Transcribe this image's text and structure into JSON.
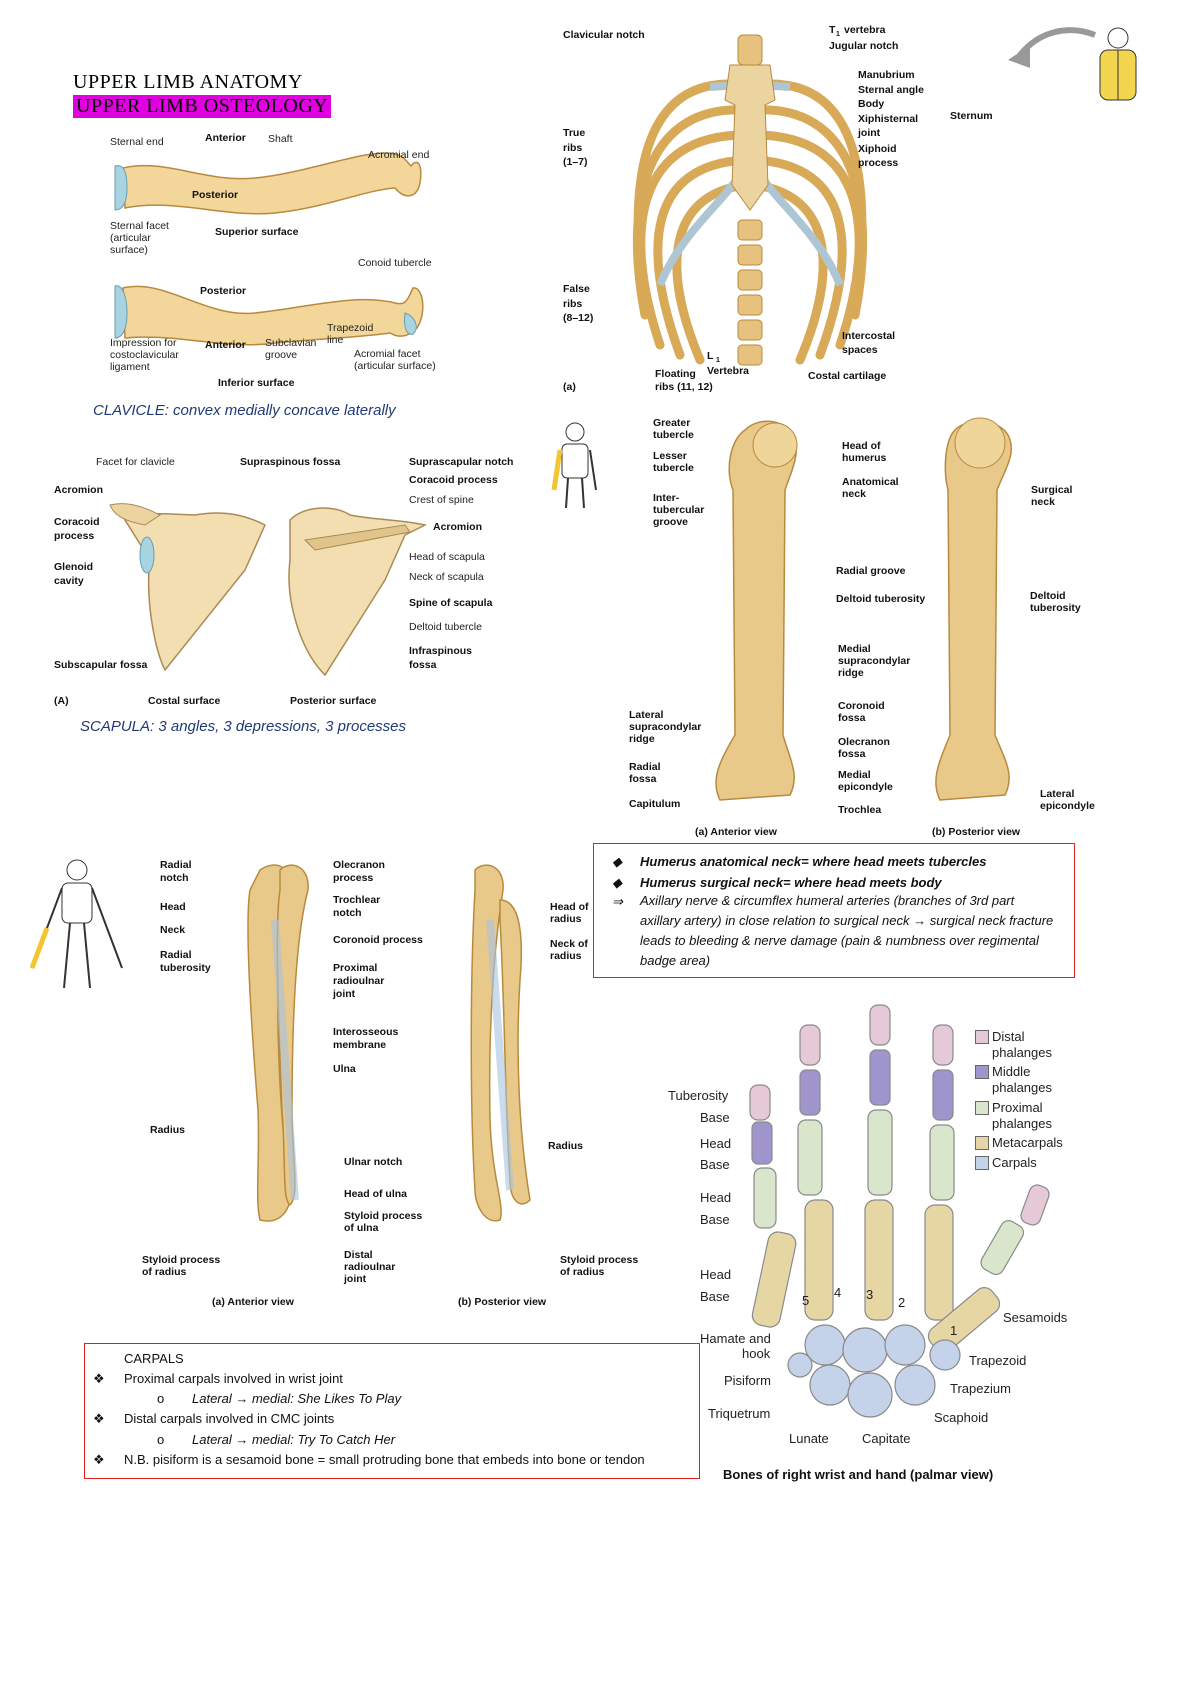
{
  "header": {
    "title": "UPPER LIMB ANATOMY",
    "subtitle": "UPPER LIMB OSTEOLOGY"
  },
  "clavicle": {
    "labels": [
      "Sternal end",
      "Anterior",
      "Shaft",
      "Acromial end",
      "Posterior",
      "Sternal facet",
      "(articular",
      "surface)",
      "Superior surface",
      "Conoid tubercle",
      "Posterior",
      "Trapezoid",
      "line",
      "Impression for",
      "costoclavicular",
      "ligament",
      "Anterior",
      "Subclavian",
      "groove",
      "Acromial facet",
      "(articular surface)",
      "Inferior surface"
    ],
    "caption": "CLAVICLE: convex medially concave laterally"
  },
  "thorax": {
    "labels": [
      "Clavicular notch",
      "T",
      "1",
      "vertebra",
      "Jugular notch",
      "Manubrium",
      "Sternal angle",
      "Body",
      "Xiphisternal",
      "joint",
      "Xiphoid",
      "process",
      "Sternum",
      "True",
      "ribs",
      "(1–7)",
      "False",
      "ribs",
      "(8–12)",
      "Intercostal",
      "spaces",
      "L",
      "1",
      "Vertebra",
      "Floating",
      "ribs (11, 12)",
      "Costal cartilage",
      "(a)"
    ]
  },
  "scapula": {
    "labels": [
      "Facet for clavicle",
      "Supraspinous fossa",
      "Suprascapular notch",
      "Acromion",
      "Coracoid process",
      "Crest of spine",
      "Coracoid",
      "process",
      "Acromion",
      "Glenoid",
      "cavity",
      "Head of scapula",
      "Neck of scapula",
      "Spine of scapula",
      "Deltoid tubercle",
      "Infraspinous",
      "fossa",
      "Subscapular fossa",
      "(A)",
      "Costal surface",
      "Posterior surface"
    ],
    "caption": "SCAPULA: 3 angles, 3 depressions, 3 processes"
  },
  "humerus": {
    "labels": [
      "Greater",
      "tubercle",
      "Lesser",
      "tubercle",
      "Inter-",
      "tubercular",
      "groove",
      "Head of",
      "humerus",
      "Anatomical",
      "neck",
      "Surgical",
      "neck",
      "Radial groove",
      "Deltoid tuberosity",
      "Deltoid",
      "tuberosity",
      "Medial",
      "supracondylar",
      "ridge",
      "Lateral",
      "supracondylar",
      "ridge",
      "Coronoid",
      "fossa",
      "Olecranon",
      "fossa",
      "Radial",
      "fossa",
      "Medial",
      "epicondyle",
      "Capitulum",
      "Trochlea",
      "Lateral",
      "epicondyle",
      "(a) Anterior view",
      "(b) Posterior view"
    ],
    "notes": [
      "Humerus anatomical neck= where head meets tubercles",
      "Humerus surgical neck= where head meets body",
      "Axillary nerve & circumflex humeral arteries (branches of 3rd part axillary artery) in close relation to surgical neck → surgical neck fracture leads to bleeding & nerve damage (pain & numbness over regimental badge area)"
    ]
  },
  "forearm": {
    "labels": [
      "Radial",
      "notch",
      "Olecranon",
      "process",
      "Head",
      "Trochlear",
      "notch",
      "Neck",
      "Coronoid process",
      "Radial",
      "tuberosity",
      "Proximal",
      "radioulnar",
      "joint",
      "Interosseous",
      "membrane",
      "Ulna",
      "Radius",
      "Ulnar notch",
      "Head of ulna",
      "Styloid process",
      "of ulna",
      "Styloid process",
      "of radius",
      "Distal",
      "radioulnar",
      "joint",
      "Head of",
      "radius",
      "Neck of",
      "radius",
      "Radius",
      "Styloid process",
      "of radius",
      "(a) Anterior view",
      "(b) Posterior view"
    ]
  },
  "carpals_box": {
    "title": "CARPALS",
    "items": [
      "Proximal carpals involved in wrist joint",
      "Lateral → medial: She Likes To Play",
      "Distal carpals involved in CMC joints",
      "Lateral → medial: Try To Catch Her",
      "N.B. pisiform is a sesamoid bone = small protruding bone that embeds into bone or tendon"
    ]
  },
  "hand": {
    "legend": [
      "Distal",
      "phalanges",
      "Middle",
      "phalanges",
      "Proximal",
      "phalanges",
      "Metacarpals",
      "Carpals"
    ],
    "legend_colors": [
      "#e6c9d6",
      "#9f94cc",
      "#d9e6cc",
      "#e5d6a3",
      "#c5d3ea"
    ],
    "labels": [
      "Tuberosity",
      "Base",
      "Head",
      "Base",
      "Head",
      "Base",
      "Head",
      "Base",
      "Hamate and",
      "hook",
      "Pisiform",
      "Triquetrum",
      "Lunate",
      "Capitate",
      "Scaphoid",
      "Trapezium",
      "Trapezoid",
      "Sesamoids",
      "5",
      "4",
      "3",
      "2",
      "1"
    ],
    "caption": "Bones of right wrist and hand (palmar view)"
  },
  "colors": {
    "bone": "#e8c98a",
    "bone_dark": "#c99a45",
    "cartilage": "#aec6d3",
    "accent_pink": "#e000e0",
    "box_border": "#e02020",
    "caption_blue": "#1f3a78"
  }
}
